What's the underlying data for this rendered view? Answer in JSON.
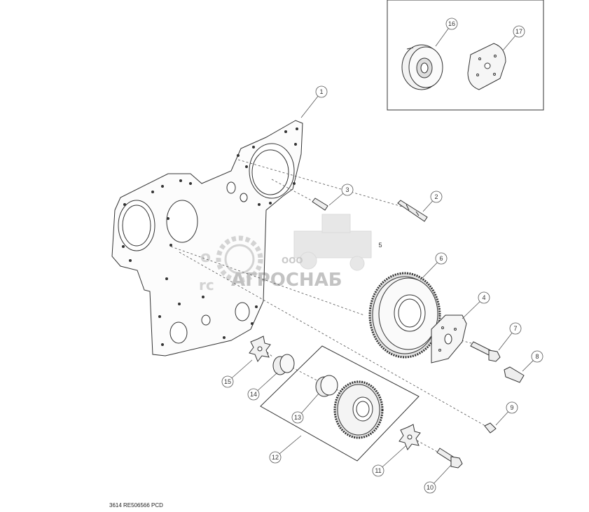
{
  "callouts": [
    "1",
    "2",
    "3",
    "4",
    "5",
    "6",
    "7",
    "8",
    "9",
    "10",
    "11",
    "12",
    "13",
    "14",
    "15",
    "16",
    "17"
  ],
  "watermark": {
    "company_prefix": "ООО",
    "company_name": "АГРОСНАБ",
    "partial_text_1": "о",
    "partial_text_2": "rc"
  },
  "footer": {
    "code": "3614  RE506566  PCD"
  }
}
